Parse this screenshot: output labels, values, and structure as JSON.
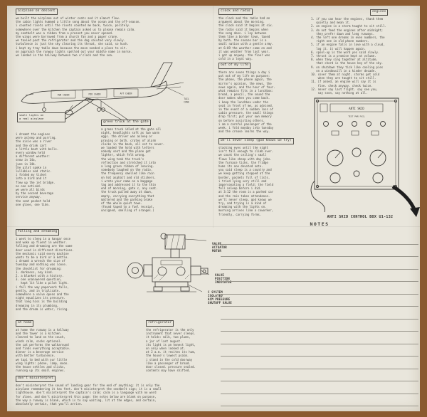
{
  "colors": {
    "frame": "#8a5a30",
    "paper": "#e9e6dc",
    "ink": "#474743",
    "rule": "#99968c",
    "arrow": "#1e1e1e"
  },
  "blocks": {
    "airplane": {
      "header": "airplane on descent",
      "text": "we built the airplane out of winter coats and it almost flew.\nthe cabin lights hummed a little song about the ocean and the off-season.\ni counted rivets until the rivets counted me back, twice, politely.\nsomewhere over the kitchen the captain asked us to please remain calm.\nmy seatbelt was a ribbon from a present you never opened.\nthe wings were borrowed from a church fan and a paper crane.\nwe taxied past the refrigerator and the dog saluted very slowly.\nturbulence is just the sky clearing its throat, she said, so hush.\ni kept my tray table down because the moon needed a place to sit.\non approach the runway lights spelled out your middle name in morse.\nwe landed in the hallway between two o'clock and the sea."
    },
    "small_lights": {
      "text": "small lights on\na real airplane"
    },
    "left_column": {
      "text": "i dreamt the engines\nwere asleep and purring.\nthe aisle was a river\nand the drink cart\na little boat with bells.\nevery window held\na different weather:\nsnow in 14a,\njune in 14b.\nthe pilot spoke in\nlullabies and static.\ni folded my ticket\ninto a bird and it\nflew up the jet bridge.\nno one noticed.\nwe were all birds\nby the second beverage\nservice anyway.\nthe seat pocket held\none glove, one tide."
    },
    "green_truck": {
      "header": "green truck at the gate",
      "text": "a green truck idled at the gate all\nnight, headlights soft as two warm\neggs. the driver was asleep or\npraying or both. crates of alarm\nclocks in the back, all set to never.\nwe loaded the hold with letters\nnobody sent and the plane got\nlighter, which felt wrong.\nthe wing took the truck's\nreflection and stretched it into\na long green ribbon of leaving.\nsomebody laughed on the radio.\nthe frequency smelled like rain\non hot asphalt and old stickers.\ni wrote your name on a baggage\ntag and addressed it to the thin\nend of morning, gate c, any seat.\nthe truck pulled away at dawn,\nempty, carrying everything that\nmattered and the parking brake\nof the whole quiet town.\n(found taped to a fuel receipt,\nunsigned, smelling of oranges.)"
    },
    "clock_radio": {
      "header": "clock and radio",
      "text": "the clock and the radio had an\nargument about the morning.\nthe clock said it begins at six.\nthe radio said it begins when\nthe song does. i lay between\nthem like a border town, taxed\nby both. the snooze bar is a\nsmall nation with a gentle army.\nat 6:09 the weather came on and\nit was weather from last year.\ni got up anyway. the floor was\ncold in a loyal way."
    },
    "out_of_life": {
      "header": "out of my life",
      "text": "there are seven things a day i\nput out of my life on purpose:\nthe phone, the phone again, the\nmirror's opinion, the news, the\nnews again, and the hour of four.\nwhat remains fits in a lunchbox:\nbread, a pencil, the sound the\ndoor makes when you come back.\ni keep the lunchbox under the\nseat in front of me, as advised.\nin the event of a sudden loss of\ncabin pressure, the small things\ndrop first; put your own memory\non before assisting others.\ni am a careful passenger of the\nweek. i fold monday into tuesday\nand the crease learns the way."
    },
    "never_sleep": {
      "header": "we'll never sleep (god knows we try)",
      "text": "stacking eyes until the night\nisn't tall enough to climb over.\nwe count the ceiling's small\nflaws like sheep with day jobs.\nthe furnace ticks. the fridge\nhums its one devoted note.\nyou said sleep is a country and\nwe keep getting stopped at the\nborder, pockets full of lists.\ni tried lying very still and\nimpersonating a field; the field\nfell asleep before i did.\nat 3:12 the room is a parked car\nand the rain takes attendance.\nwe'll never sleep, god knows we\ntry, and trying is a kind of\ndreaming with the lights on.\nmorning arrives like a coworker,\nfriendly, carrying forms."
    },
    "engines": {
      "header": "engines",
      "text": "1. if you can hear the engines, thank them\n   quietly and mean it.\n2. an engine is a storm taught to sit still.\n3. do not feed the engines after midnight;\n   they prefer dawn and long runways.\n4. the left one dreams in even numbers, the\n   right one in old phone numbers.\n5. if an engine falls in love with a cloud,\n   log it. it will happen again.\n6. spool-up is the word yes said slowly.\n7. thrust is a promise kept at volume.\n8. when they sing together at altitude,\n   that chord is the house key of the sky.\n9. on shutdown they tick like cooling pies\n   on a windowsill in a kinder decade.\n10. cover them at night. storms get cold\n    when they are taught to sit still.\n11. if asked, an engine will say it is\n    fine. check anyway. check twice.\n12. never say last flight. say see you,\n    say soon, say nothing at all."
    },
    "falling_dreaming": {
      "header": "falling and dreaming",
      "text": "i went to sleep in a hangar once\nand woke up fluent in weather.\nfalling and dreaming are the same\ndoor used in different directions.\nthe mechanic said every machine\nwants to be a bird or a kettle.\ni dreamt a wrench the size of\ntuesday and nothing was loose.\nthe checklist for dreaming:\n1. darkness, any kind.\n2. a blanket with a history.\n3. one unanswered question,\n   kept lit like a pilot light.\ni fall the way paperwork falls,\ngently, and in triplicate.\nsomewhere a valve opens and the\nnight equalizes its pressure.\nthat long hiss is the building\ndreaming in its plumbing,\nand the dream is water, rising."
    },
    "at_home": {
      "header": "at home",
      "text": "at home the runway is a hallway\nand the tower is a kitchen.\ncleared to land on the couch,\nwinds calm, socks optional.\nthe cat performs the walkaround\nand finds everything acceptable.\ndinner is a beverage service\nwith better turbulence.\nwe taxi to bed with our little\nwing lights: phone, lamp, moon.\nthe house settles and clicks,\nrunning up its small engines."
    },
    "refrigerator": {
      "header": "refrigerator",
      "text": "the refrigerator is the only\ninstrument that never sleeps.\nit holds: milk, two plums,\na jar of last august.\nits light is an honest light,\non only when looked at.\nat 2 a.m. it recites its hum,\nthe house's lowest psalm.\ni stand in the cold doorway\nlike a passenger of bread.\ndoor closed. pressure sealed.\ncontents may have shifted."
    },
    "dont_misinterpret": {
      "header": "don't misinterpret",
      "text": "don't misinterpret the sound of landing gear for the end of anything; it is only the\nairplane remembering it has feet. don't misinterpret the seatbelt sign; it is a small\nlighthouse. don't misinterpret the captain's calm; calm is a language with no word\nfor alone. and don't misinterpret this page: the notes below are blank on purpose,\nthe way a runway is blank, which is to say waiting, lit at the edges, and certain,\nabsolutely certain, that you'll arrive."
    }
  },
  "aircraft": {
    "labels": {
      "fwd": "FWD CABIN",
      "mid": "MID CABIN",
      "aft": "AFT CABIN",
      "tail_top": "TAIL",
      "tail_bottom": "CONE"
    }
  },
  "control_box": {
    "panel_label": "ANTI SKID",
    "panel_sub": "TEST  PWR  FAIL",
    "caption": "ANTI SKID CONTROL BOX  U1-132"
  },
  "valve": {
    "labels": {
      "actuator": "VALVE\nACTUATOR\nMOTOR",
      "position": "VALVE\nPOSITION\nINDICATOR",
      "shutoff": "C SYSTEM\nISOLATED\nACM PRESSURE\nSHUTOFF VALVE"
    }
  },
  "notes": {
    "title": "NOTES",
    "line_count": 15
  }
}
